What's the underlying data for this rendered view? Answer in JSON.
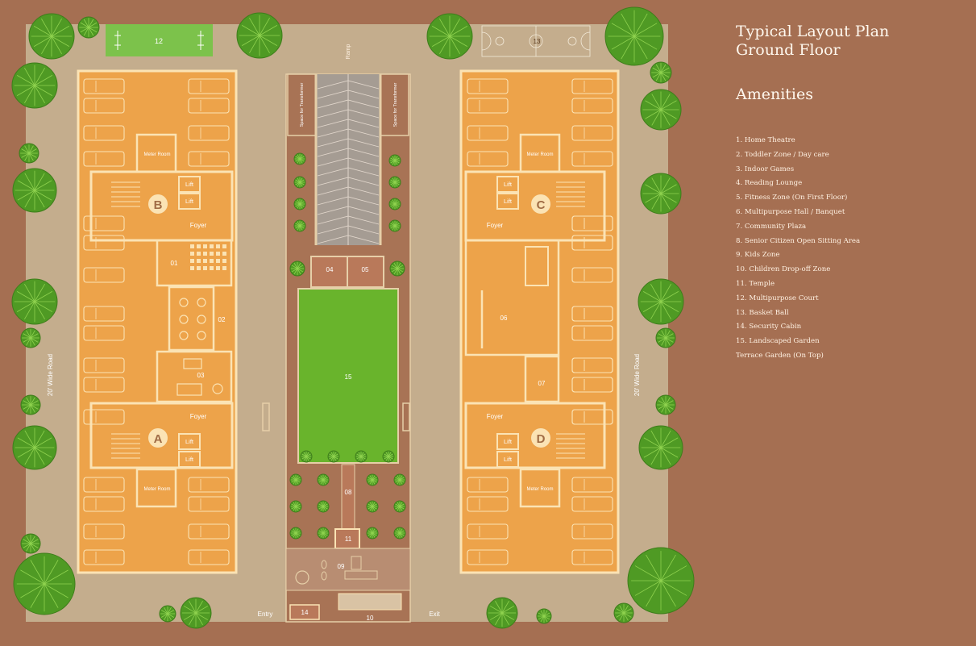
{
  "title": {
    "line1": "Typical Layout Plan",
    "line2": "Ground Floor"
  },
  "amenities": {
    "heading": "Amenities",
    "items": [
      "1. Home Theatre",
      "2. Toddler Zone / Day care",
      "3. Indoor Games",
      "4. Reading Lounge",
      "5. Fitness Zone (On First Floor)",
      "6. Multipurpose Hall / Banquet",
      "7. Community Plaza",
      "8. Senior Citizen Open Sitting Area",
      "9. Kids Zone",
      "10. Children Drop-off Zone",
      "11. Temple",
      "12. Multipurpose Court",
      "13. Basket Ball",
      "14. Security Cabin",
      "15. Landscaped Garden",
      "Terrace Garden (On Top)"
    ]
  },
  "map": {
    "road_left": "20' Wide Road",
    "road_right": "20' Wide Road",
    "ramp": "Ramp",
    "transformer": "Space for Transformer",
    "entry": "Entry",
    "exit": "Exit",
    "lift": "Lift",
    "foyer": "Foyer",
    "meter_room": "Meter Room",
    "blocks": {
      "a": "A",
      "b": "B",
      "c": "C",
      "d": "D"
    },
    "zones": {
      "z01": "01",
      "z02": "02",
      "z03": "03",
      "z04": "04",
      "z05": "05",
      "z06": "06",
      "z07": "07",
      "z08": "08",
      "z09": "09",
      "z10": "10",
      "z11": "11",
      "z12": "12",
      "z13": "13",
      "z14": "14",
      "z15": "15"
    }
  },
  "colors": {
    "background": "#a56f52",
    "site": "#c4ad8d",
    "building": "#eda34a",
    "wall": "#fbe3b4",
    "lawn": "#69b42c",
    "court": "#7cc24b",
    "tree": "#4f9a24"
  }
}
